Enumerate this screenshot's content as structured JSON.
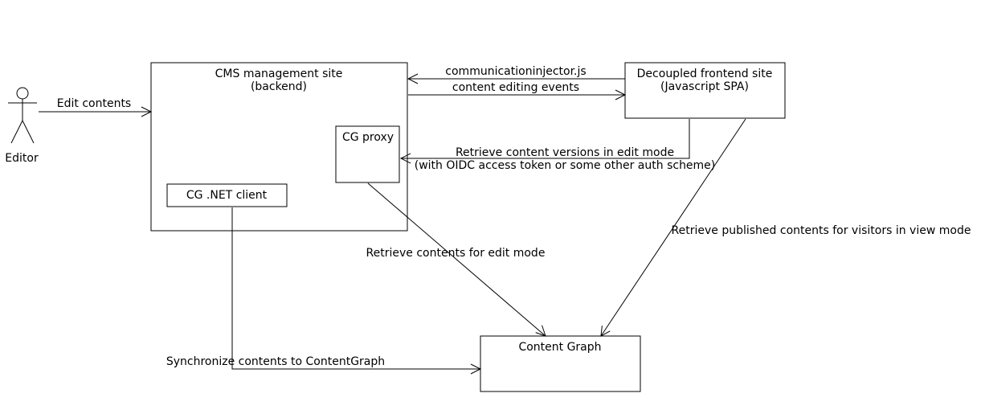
{
  "actor": {
    "label": "Editor"
  },
  "nodes": {
    "cms": {
      "line1": "CMS management site",
      "line2": "(backend)"
    },
    "frontend": {
      "line1": "Decoupled frontend site",
      "line2": "(Javascript SPA)"
    },
    "cg_proxy": {
      "label": "CG proxy"
    },
    "cg_client": {
      "label": "CG .NET client"
    },
    "content_graph": {
      "label": "Content Graph"
    }
  },
  "edges": {
    "edit_contents": "Edit contents",
    "communication_injector": "communicationinjector.js",
    "content_editing_events": "content editing events",
    "retrieve_versions_line1": "Retrieve content versions in edit mode",
    "retrieve_versions_line2": "(with OIDC access token or some other auth scheme)",
    "retrieve_edit_mode": "Retrieve contents for edit mode",
    "retrieve_published": "Retrieve published contents for visitors in view mode",
    "synchronize": "Synchronize contents to ContentGraph"
  }
}
